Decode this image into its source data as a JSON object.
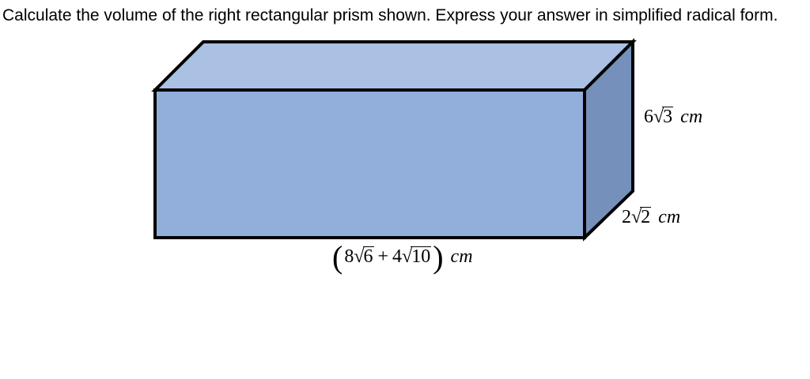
{
  "problem": {
    "text": "Calculate the volume of the right rectangular prism shown. Express your answer in simplified radical form."
  },
  "figure": {
    "shape": "right rectangular prism",
    "edge_color": "#000000",
    "face_colors": {
      "top": "#aac1e4",
      "front": "#92afdb",
      "right": "#7590ba"
    },
    "labels": {
      "height": {
        "coefficient": "6",
        "radical_sign": "√",
        "radicand": "3",
        "unit": "cm"
      },
      "depth": {
        "coefficient": "2",
        "radical_sign": "√",
        "radicand": "2",
        "unit": "cm"
      },
      "length": {
        "open_paren": "(",
        "term1": {
          "coefficient": "8",
          "radical_sign": "√",
          "radicand": "6"
        },
        "operator": "+",
        "term2": {
          "coefficient": "4",
          "radical_sign": "√",
          "radicand": "10"
        },
        "close_paren": ")",
        "unit": "cm"
      }
    }
  }
}
